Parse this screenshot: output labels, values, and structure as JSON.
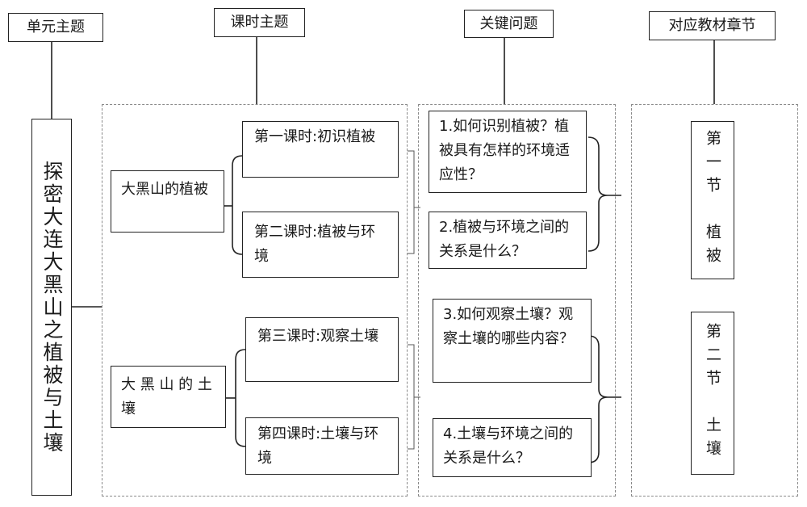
{
  "headers": {
    "unit": "单元主题",
    "lesson": "课时主题",
    "question": "关键问题",
    "chapter": "对应教材章节"
  },
  "unit_title": "探密大连大黑山之植被与土壤",
  "topics": [
    {
      "label": "大黑山的植被"
    },
    {
      "label": "大 黑 山 的 土 壤"
    }
  ],
  "lessons": [
    "第一课时:初识植被",
    "第二课时:植被与环境",
    "第三课时:观察土壤",
    "第四课时:土壤与环境"
  ],
  "questions": [
    "1.如何识别植被？植被具有怎样的环境适应性？",
    "2.植被与环境之间的关系是什么？",
    "3.如何观察土壤？观察土壤的哪些内容？",
    "4.土壤与环境之间的关系是什么？"
  ],
  "chapters": [
    "第一节　植被",
    "第二节　土壤"
  ]
}
